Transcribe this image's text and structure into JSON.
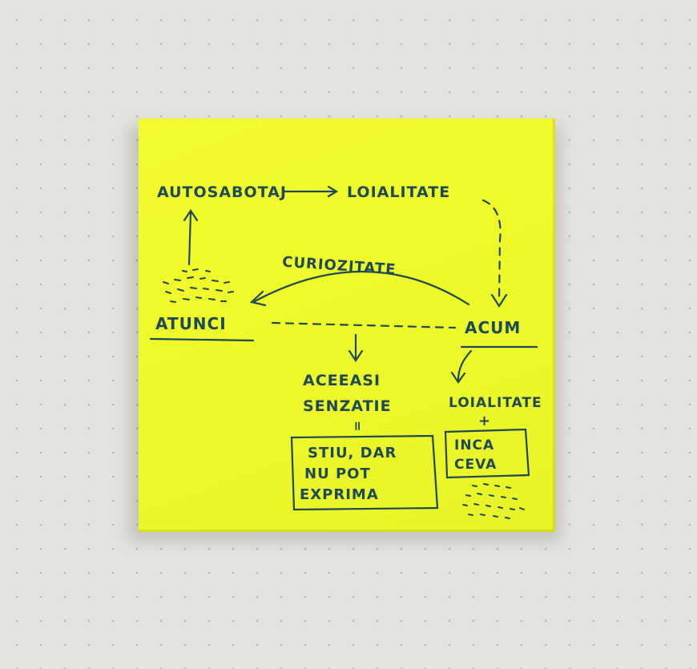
{
  "note": {
    "color": "#f0fa2b",
    "ink_color": "#1d4a55",
    "words": {
      "autosabotaj": "AUTOSABOTAJ",
      "loialitate_top": "LOIALITATE",
      "curiozitate": "CURIOZITATE",
      "atunci": "ATUNCI",
      "acum": "ACUM",
      "aceeasi": "ACEEASI",
      "senzatie": "SENZATIE",
      "equals": "=",
      "stiu_line1": "STIU, DAR",
      "stiu_line2": "NU POT",
      "stiu_line3": "EXPRIMA",
      "loialitate_bottom": "LOIALITATE",
      "plus": "+",
      "inca_line1": "INCA",
      "inca_line2": "CEVA"
    }
  }
}
